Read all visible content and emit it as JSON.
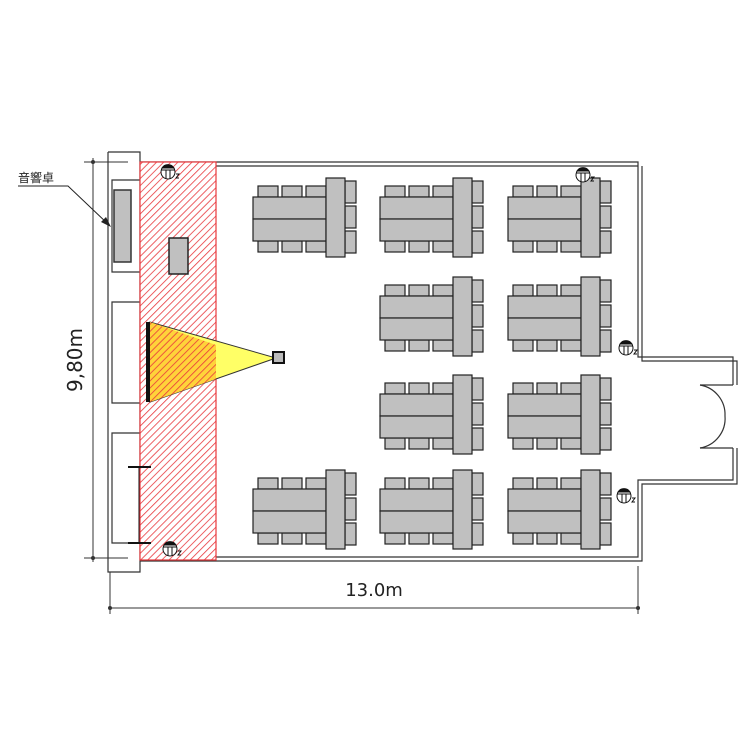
{
  "labels": {
    "sound_desk": "音響卓",
    "height_dimension": "9,80m",
    "width_dimension": "13.0m"
  },
  "colors": {
    "hatch_red": "#e8383d",
    "projection_yellow": "#ffff66",
    "furniture_grey": "#c0c0c0",
    "wall": "#333333"
  },
  "layout": {
    "table_groups_per_row": [
      3,
      2,
      2,
      3
    ],
    "chairs_per_side": 3
  }
}
